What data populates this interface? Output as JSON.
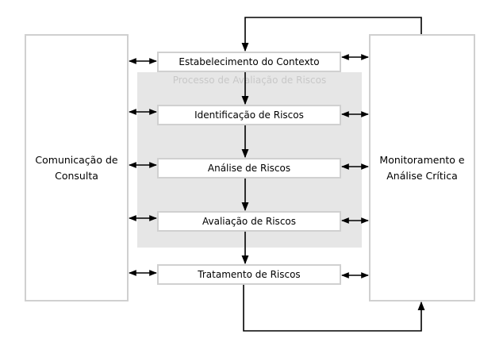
{
  "diagram": {
    "left_box": {
      "label": "Comunicação de\nConsulta"
    },
    "right_box": {
      "label": "Monitoramento e\nAnálise Crítica"
    },
    "process_region": {
      "label": "Processo de Avaliação de Riscos"
    },
    "steps": [
      {
        "label": "Estabelecimento do  Contexto"
      },
      {
        "label": "Identificação de Riscos"
      },
      {
        "label": "Análise de Riscos"
      },
      {
        "label": "Avaliação de Riscos"
      },
      {
        "label": "Tratamento de Riscos"
      }
    ],
    "colors": {
      "box_border": "#d0d0d0",
      "region_fill": "#e6e6e6",
      "region_label": "#c8c8c8",
      "arrow": "#000000"
    }
  }
}
